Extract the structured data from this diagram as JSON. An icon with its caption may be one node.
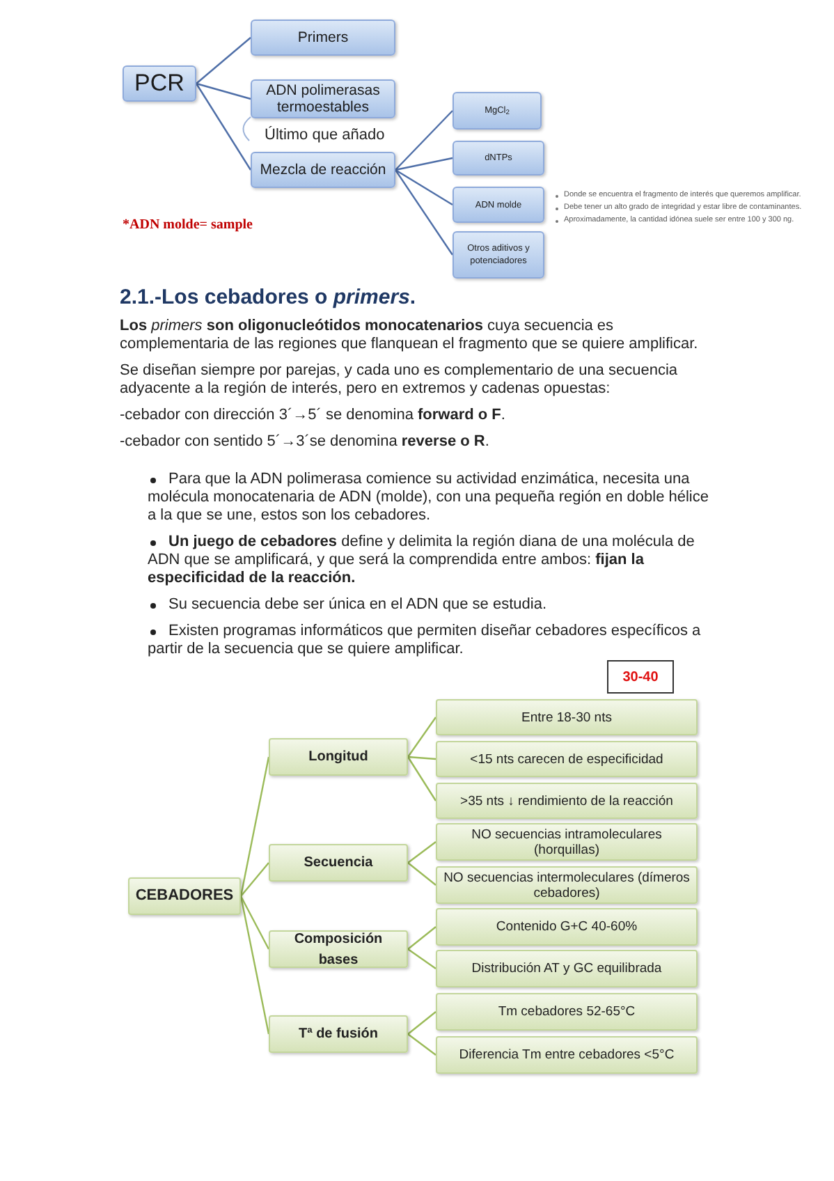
{
  "diagram": {
    "nodes": [
      {
        "text": [
          "PCR"
        ]
      },
      {
        "text": [
          "Primers"
        ]
      },
      {
        "text": [
          "ADN polimerasas termoestables"
        ]
      },
      {
        "text": [
          "Mezcla de reacción"
        ]
      },
      {
        "text": [
          "MgCl$_{2}$"
        ]
      },
      {
        "text": [
          "dNTPs"
        ]
      },
      {
        "text": [
          "ADN molde"
        ],
        "beside": [
          "Donde se encuentra el fragmento de interés que queremos amplificar.",
          "Debe tener un alto grado de integridad y estar libre de contaminantes.",
          "Aproximadamente, la cantidad idónea suele ser entre 100 y 300 ng."
        ]
      },
      {
        "text": [
          "Otros aditivos y potenciadores"
        ]
      },
      {
        "text": [
          "30-40"
        ]
      },
      {
        "text": [
          "CEBADORES"
        ]
      },
      {
        "text": [
          "Longitud"
        ]
      },
      {
        "text": [
          "Entre 18-30 nts"
        ]
      },
      {
        "text": [
          "<15 nts carecen de especificidad"
        ]
      },
      {
        "text": [
          ">35 nts ↓ rendimiento de la reacción"
        ]
      },
      {
        "text": [
          "Secuencia"
        ]
      },
      {
        "text": [
          "NO secuencias intramoleculares (horquillas)"
        ]
      },
      {
        "text": [
          "NO secuencias intermoleculares (dímeros cebadores)"
        ]
      },
      {
        "text": [
          "Composición bases"
        ]
      },
      {
        "text": [
          "Contenido G+C 40-60%"
        ]
      },
      {
        "text": [
          "Distribución AT y GC equilibrada"
        ]
      },
      {
        "text": [
          "Tª de fusión"
        ]
      },
      {
        "text": [
          "Tm cebadores 52-65°C"
        ]
      },
      {
        "text": [
          "Diferencia Tm entre cebadores <5°C"
        ]
      }
    ],
    "edges": [
      {
        "from": 0,
        "to": 1,
        "arrow": "none"
      },
      {
        "from": 0,
        "to": 2,
        "arrow": "none"
      },
      {
        "from": 0,
        "to": 3,
        "arrow": "none"
      },
      {
        "from": 3,
        "to": 4,
        "arrow": "none"
      },
      {
        "from": 3,
        "to": 5,
        "arrow": "none"
      },
      {
        "from": 3,
        "to": 6,
        "arrow": "none"
      },
      {
        "from": 3,
        "to": 7,
        "arrow": "none"
      },
      {
        "from": 9,
        "to": 10,
        "arrow": "none"
      },
      {
        "from": 9,
        "to": 14,
        "arrow": "none"
      },
      {
        "from": 9,
        "to": 17,
        "arrow": "none"
      },
      {
        "from": 9,
        "to": 20,
        "arrow": "none"
      },
      {
        "from": 10,
        "to": 11,
        "arrow": "none"
      },
      {
        "from": 10,
        "to": 12,
        "arrow": "none"
      },
      {
        "from": 10,
        "to": 13,
        "arrow": "none"
      },
      {
        "from": 14,
        "to": 15,
        "arrow": "none"
      },
      {
        "from": 14,
        "to": 16,
        "arrow": "none"
      },
      {
        "from": 17,
        "to": 18,
        "arrow": "none"
      },
      {
        "from": 17,
        "to": 19,
        "arrow": "none"
      },
      {
        "from": 20,
        "to": 21,
        "arrow": "none"
      },
      {
        "from": 20,
        "to": 22,
        "arrow": "none"
      }
    ],
    "labels": [
      "Último que añado",
      "*ADN molde= sample",
      "2.1.-Los cebadores o *primers*.",
      "**Los** *primers* **son oligonucleótidos monocatenarios** cuya secuencia es complementaria de las regiones que flanquean el fragmento que se quiere amplificar.",
      "Se diseñan siempre por parejas, y cada uno es complementario de una secuencia adyacente a la región de interés, pero en extremos y cadenas opuestas:",
      "-cebador con dirección 3´→5´ se denomina **forward o F**.",
      "-cebador con sentido 5´→3´se denomina **reverse o R**.",
      "Para que la ADN polimerasa comience su actividad enzimática, necesita una molécula monocatenaria de ADN (molde), con una pequeña región en doble hélice a la que se une, estos son los cebadores.",
      "**Un juego de cebadores** define y delimita la región diana de una molécula de ADN que se amplificará, y que será la comprendida entre ambos: **fijan la especificidad de la reacción.**",
      "Su secuencia debe ser única en el ADN que se estudia.",
      "Existen programas informáticos que permiten diseñar cebadores específicos a partir de la secuencia que se quiere amplificar."
    ]
  }
}
